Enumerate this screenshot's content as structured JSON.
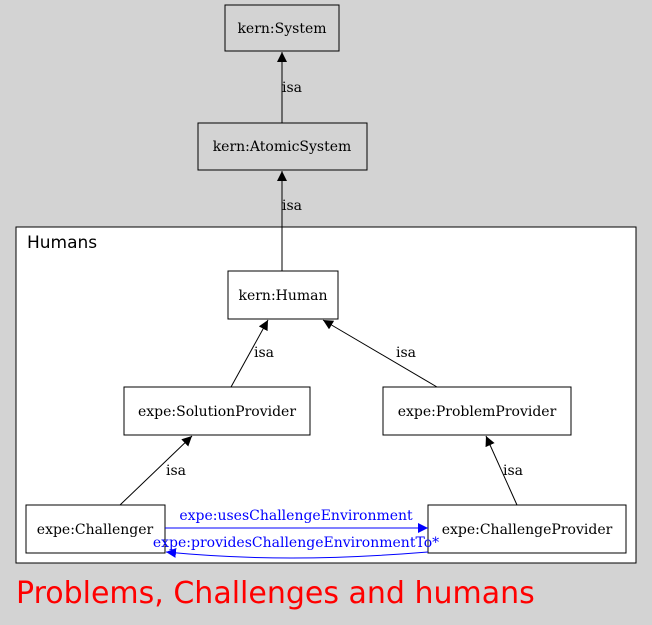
{
  "caption": "Problems, Challenges and humans",
  "cluster": {
    "label": "Humans"
  },
  "nodes": {
    "system": "kern:System",
    "atomic": "kern:AtomicSystem",
    "human": "kern:Human",
    "solution": "expe:SolutionProvider",
    "problem": "expe:ProblemProvider",
    "challenger": "expe:Challenger",
    "cprovider": "expe:ChallengeProvider"
  },
  "edges": {
    "isa_atomic_system": "isa",
    "isa_human_atomic": "isa",
    "isa_solution_human": "isa",
    "isa_problem_human": "isa",
    "isa_challenger_solution": "isa",
    "isa_cprovider_problem": "isa",
    "uses": "expe:usesChallengeEnvironment",
    "provides": "expe:providesChallengeEnvironmentTo*"
  },
  "colors": {
    "background": "#d3d3d3",
    "node_fill_outer": "#d3d3d3",
    "node_fill_inner": "#ffffff",
    "relation": "#0000ff",
    "caption": "#ff0000",
    "line": "#000000"
  }
}
